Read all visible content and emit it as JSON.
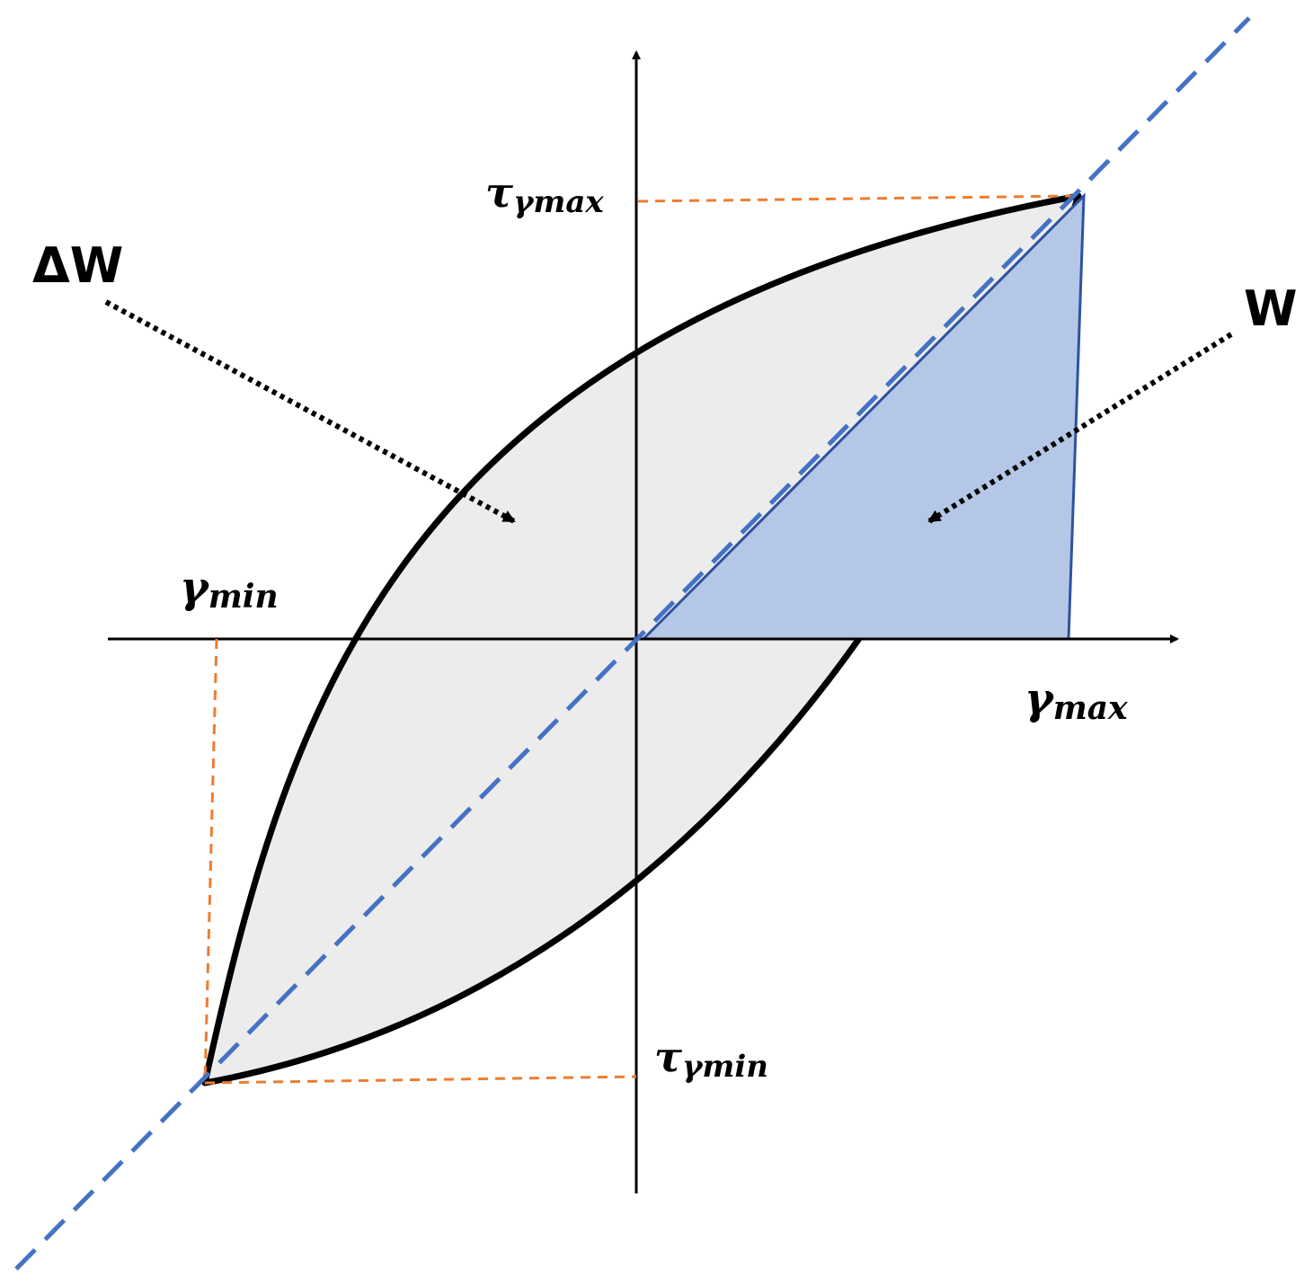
{
  "labels": {
    "tau_max": {
      "symbol": "τ",
      "subscript": "γmax"
    },
    "tau_min": {
      "symbol": "τ",
      "subscript": "γmin"
    },
    "gamma_min": {
      "symbol": "γ",
      "subscript": "min"
    },
    "gamma_max": {
      "symbol": "γ",
      "subscript": "max"
    },
    "delta_w": "ΔW",
    "w": "W"
  },
  "colors": {
    "axis": "#000000",
    "loop_stroke": "#000000",
    "loop_fill": "#ececec",
    "energy_fill": "#b4c7e7",
    "energy_stroke": "#2f52a0",
    "diagonal": "#4472c4",
    "projection": "#ed7d31"
  }
}
